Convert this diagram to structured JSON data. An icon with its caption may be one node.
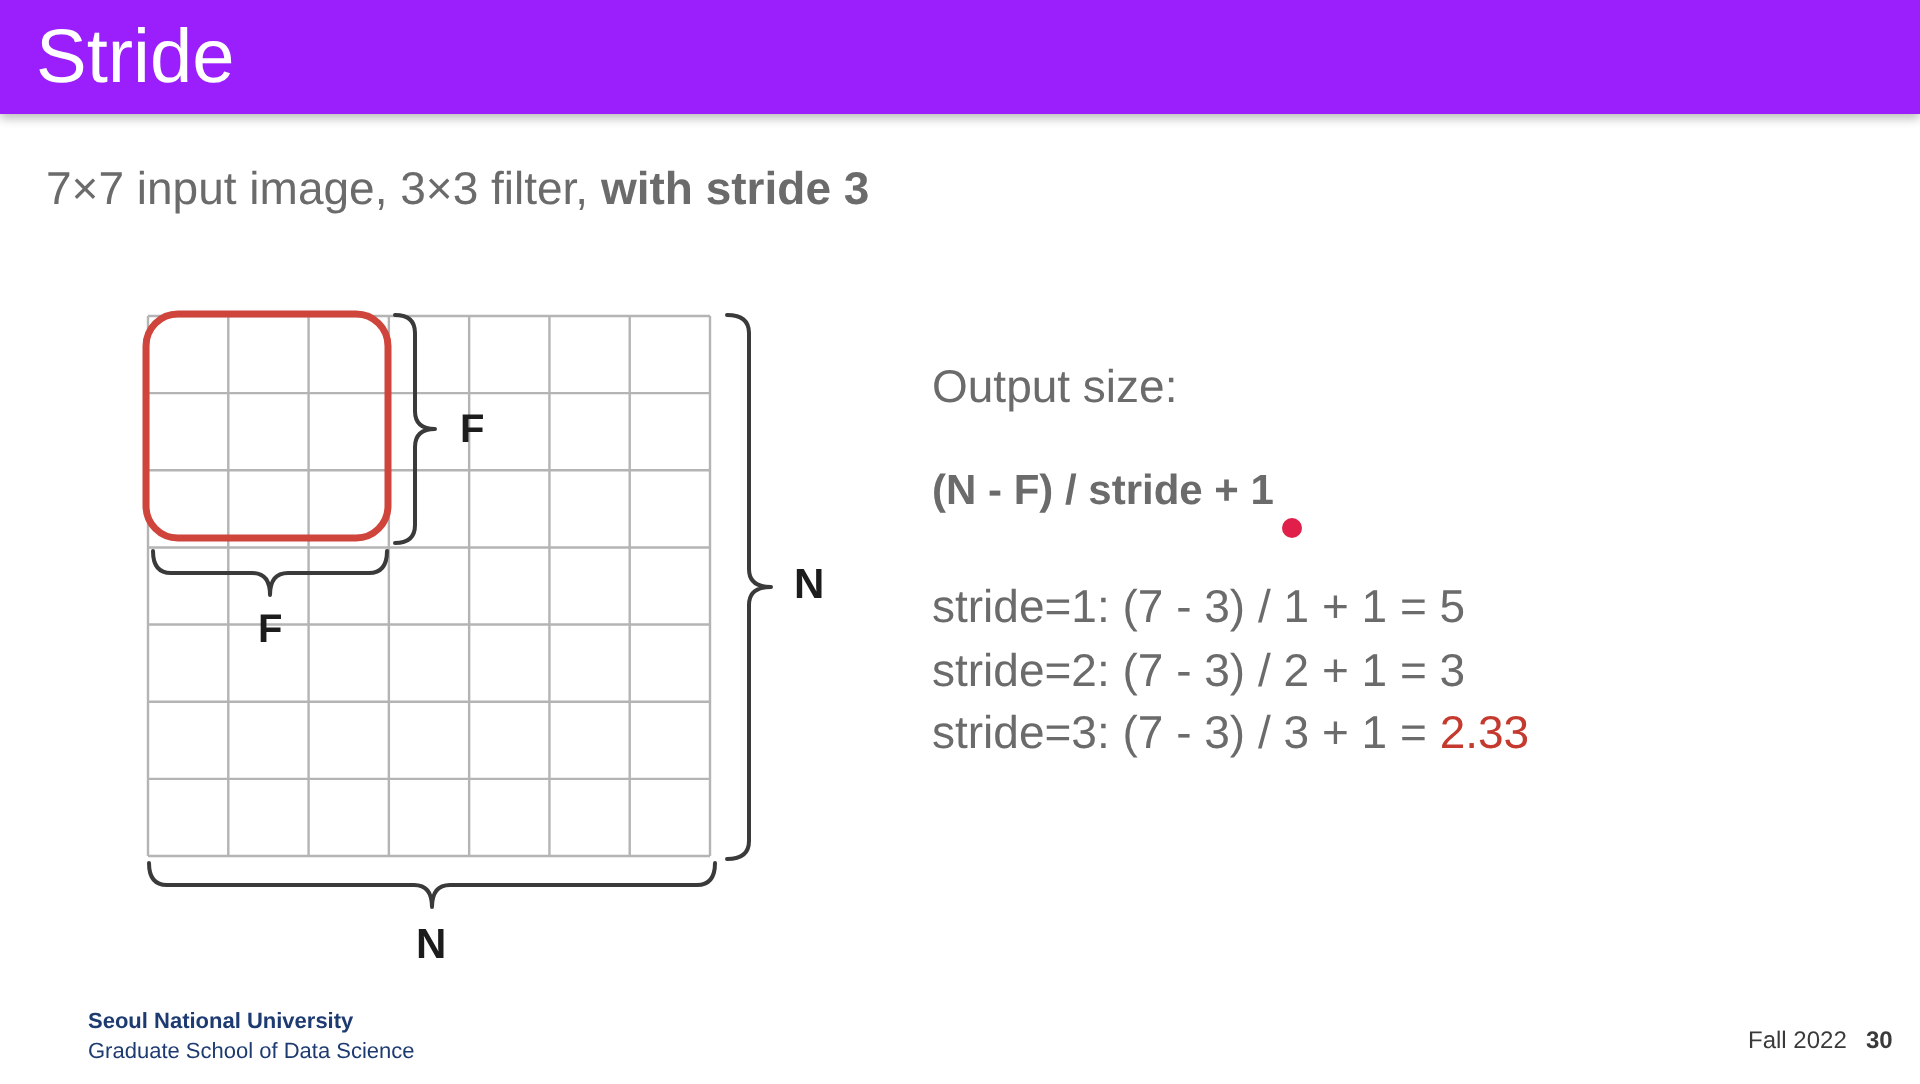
{
  "diagram": {
    "title": "Stride",
    "labels": [
      "7×7 input image, 3×3 filter, **with stride 3**",
      "F",
      "N",
      "F",
      "N",
      "Output size:",
      "(N - F) / stride + 1",
      "stride=1: (7 - 3) / 1 + 1 = 5",
      "stride=2: (7 - 3) / 2 + 1 = 3",
      "stride=3: (7 - 3) / 3 + 1 =",
      "2.33",
      "Seoul National University",
      "Graduate School of Data Science",
      "Fall 2022",
      "30"
    ]
  }
}
